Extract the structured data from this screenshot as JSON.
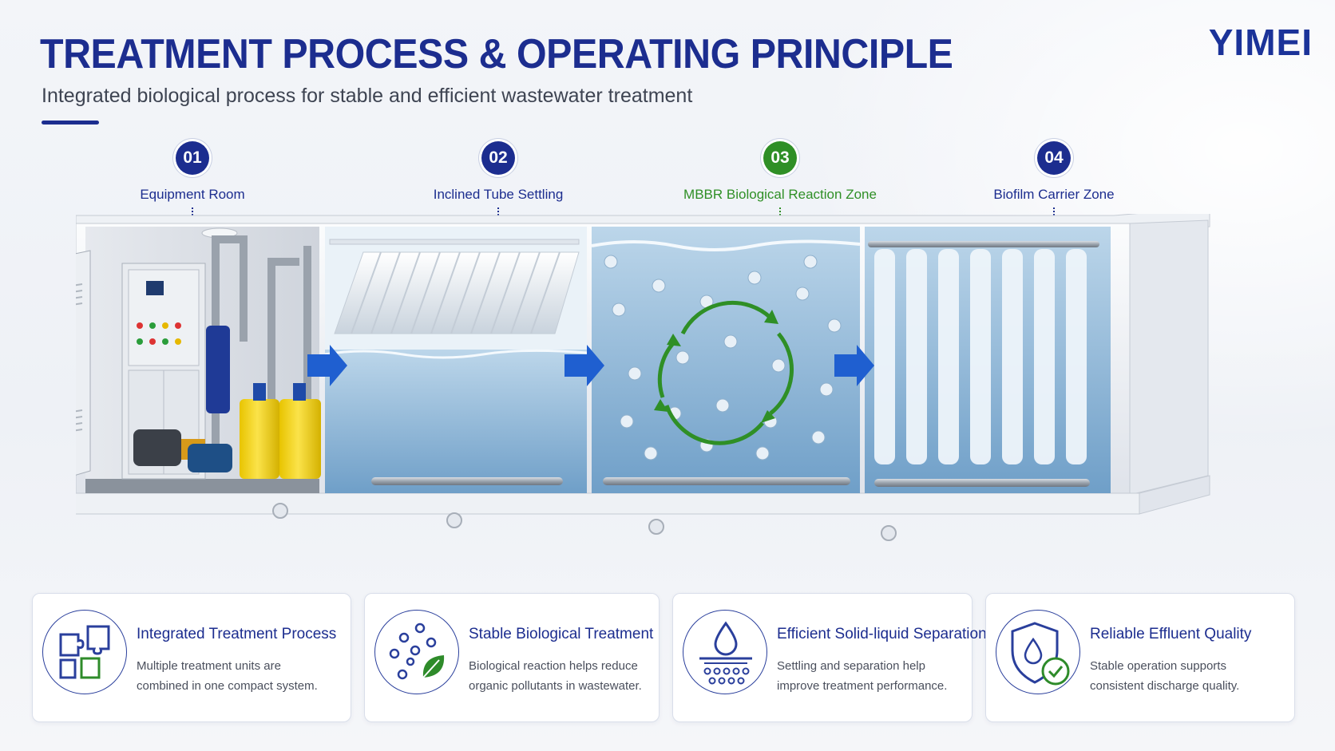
{
  "header": {
    "title": "TREATMENT PROCESS & OPERATING PRINCIPLE",
    "subtitle": "Integrated biological process for stable and efficient wastewater treatment",
    "logo": "YIMEI"
  },
  "colors": {
    "primary_blue": "#1c2d8f",
    "accent_green": "#2f8f26",
    "water_blue": "#8fb8d8",
    "arrow_blue": "#1f5fd0",
    "tank_yellow": "#f2d51f"
  },
  "steps": [
    {
      "number": "01",
      "label": "Equipment Room",
      "color": "#1c2d8f"
    },
    {
      "number": "02",
      "label": "Inclined Tube Settling",
      "color": "#1c2d8f"
    },
    {
      "number": "03",
      "label": "MBBR Biological Reaction Zone",
      "color": "#2f8f26"
    },
    {
      "number": "04",
      "label": "Biofilm Carrier Zone",
      "color": "#1c2d8f"
    }
  ],
  "features": [
    {
      "title": "Integrated Treatment Process",
      "description": "Multiple treatment units are combined in one compact system.",
      "icon": "puzzle-icon"
    },
    {
      "title": "Stable Biological Treatment",
      "description": "Biological reaction helps reduce organic pollutants in wastewater.",
      "icon": "bio-leaf-icon"
    },
    {
      "title": "Efficient Solid-liquid Separation",
      "description": "Settling and separation help improve treatment performance.",
      "icon": "water-drop-separation-icon"
    },
    {
      "title": "Reliable Effluent Quality",
      "description": "Stable operation supports consistent discharge quality.",
      "icon": "shield-check-icon"
    }
  ]
}
